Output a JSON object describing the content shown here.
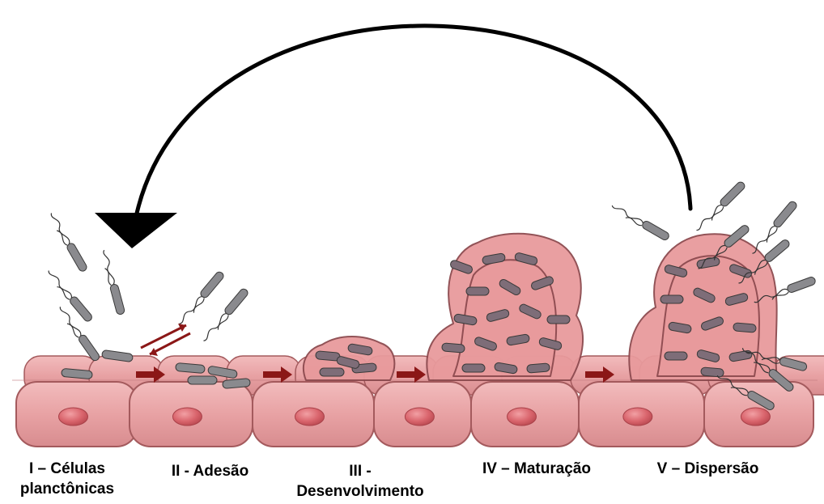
{
  "stages": [
    {
      "line1": "I – Células",
      "line2": "planctônicas"
    },
    {
      "line1": "II - Adesão",
      "line2": ""
    },
    {
      "line1": "III -",
      "line2": "Desenvolvimento"
    },
    {
      "line1": "IV – Maturação",
      "line2": ""
    },
    {
      "line1": "V – Dispersão",
      "line2": ""
    }
  ],
  "colors": {
    "tissue_fill": "#e8a2a4",
    "tissue_outline": "#a45a5d",
    "nucleus_fill": "#d9646c",
    "matrix_fill": "#e89a9c",
    "bacterium_fill": "#8a8a8e",
    "bacterium_in_matrix": "#7e6d78",
    "progress_arrow": "#8b1717",
    "cycle_arrow": "#000000"
  },
  "icons": {
    "cycle": "curved-return-arrow-icon",
    "progress": "right-arrow-icon",
    "cell": "epithelial-cell-icon",
    "bacterium": "rod-bacterium-icon"
  }
}
